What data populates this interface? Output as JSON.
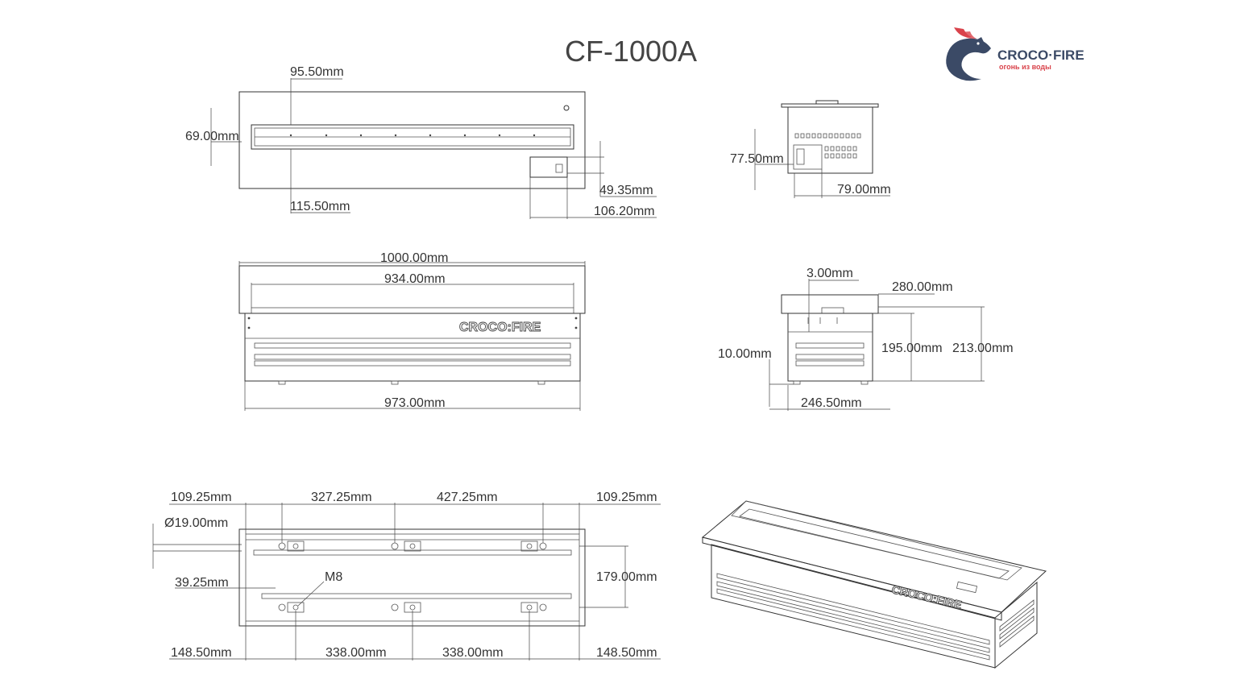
{
  "title": "CF-1000A",
  "logo": {
    "brand": "CROCO·FIRE",
    "tagline": "огонь из воды",
    "icon": "dragon-logo-icon",
    "colors": {
      "primary": "#3b4a66",
      "accent": "#d9434b"
    }
  },
  "product_marking": "CROCO:FIRE",
  "views": {
    "top": {
      "d_95_50": "95.50mm",
      "d_69_00": "69.00mm",
      "d_115_50": "115.50mm",
      "d_49_35": "49.35mm",
      "d_106_20": "106.20mm"
    },
    "side_top": {
      "d_77_50": "77.50mm",
      "d_79_00": "79.00mm"
    },
    "front": {
      "d_1000": "1000.00mm",
      "d_934": "934.00mm",
      "d_973": "973.00mm"
    },
    "side": {
      "d_3_00": "3.00mm",
      "d_280": "280.00mm",
      "d_10_00": "10.00mm",
      "d_195": "195.00mm",
      "d_213": "213.00mm",
      "d_246_50": "246.50mm"
    },
    "bottom": {
      "top_row": [
        "109.25mm",
        "327.25mm",
        "427.25mm",
        "109.25mm"
      ],
      "bottom_row": [
        "148.50mm",
        "338.00mm",
        "338.00mm",
        "148.50mm"
      ],
      "d_19": "Ø19.00mm",
      "d_39_25": "39.25mm",
      "m8": "M8",
      "d_179": "179.00mm"
    }
  }
}
